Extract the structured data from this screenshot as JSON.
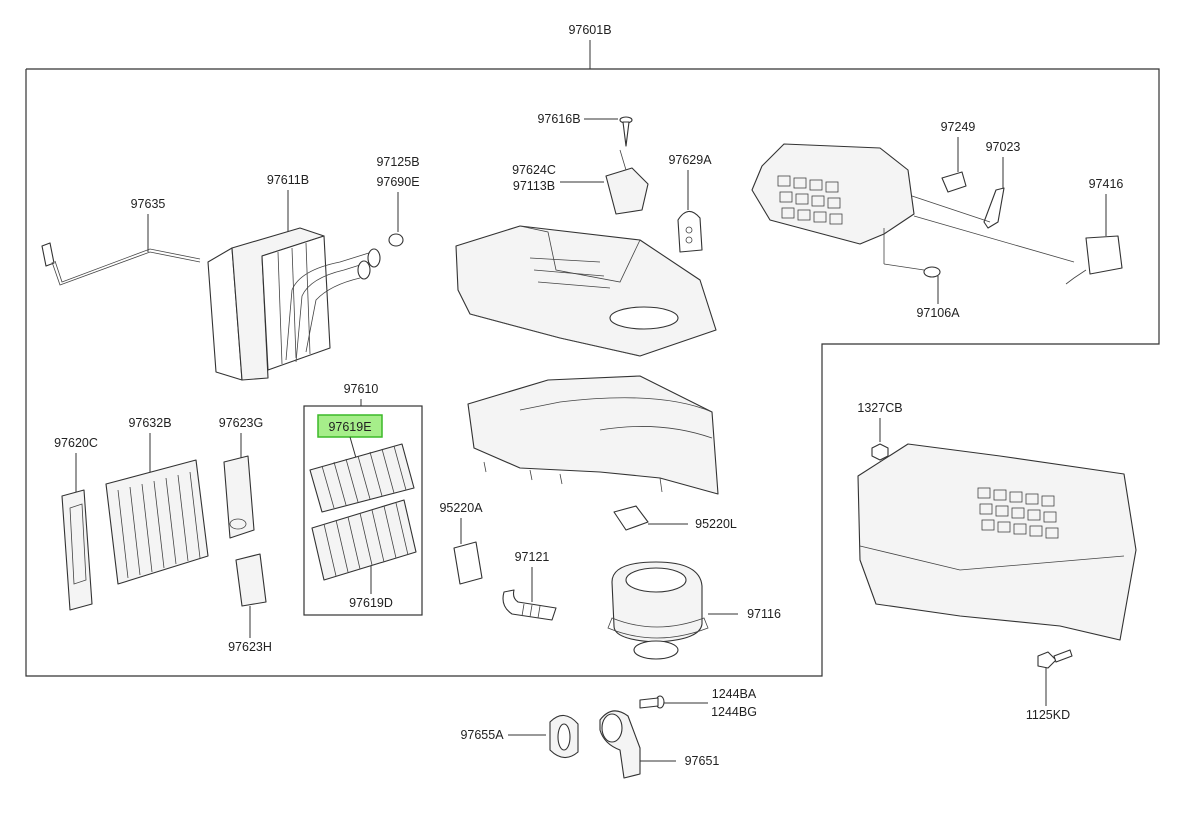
{
  "diagram": {
    "highlight_color": "#a6ee8a",
    "highlight_border_color": "#3cb828",
    "labels": {
      "p97601B": "97601B",
      "p97616B": "97616B",
      "p97624C": "97624C",
      "p97113B": "97113B",
      "p97629A": "97629A",
      "p97249": "97249",
      "p97023": "97023",
      "p97416": "97416",
      "p97106A": "97106A",
      "p97635": "97635",
      "p97611B": "97611B",
      "p97125B": "97125B",
      "p97690E": "97690E",
      "p97610": "97610",
      "p97619E": "97619E",
      "p97619D": "97619D",
      "p97620C": "97620C",
      "p97632B": "97632B",
      "p97623G": "97623G",
      "p97623H": "97623H",
      "p95220A": "95220A",
      "p95220L": "95220L",
      "p97121": "97121",
      "p97116": "97116",
      "p1327CB": "1327CB",
      "p1125KD": "1125KD",
      "p1244BA": "1244BA",
      "p1244BG": "1244BG",
      "p97655A": "97655A",
      "p97651": "97651"
    }
  }
}
